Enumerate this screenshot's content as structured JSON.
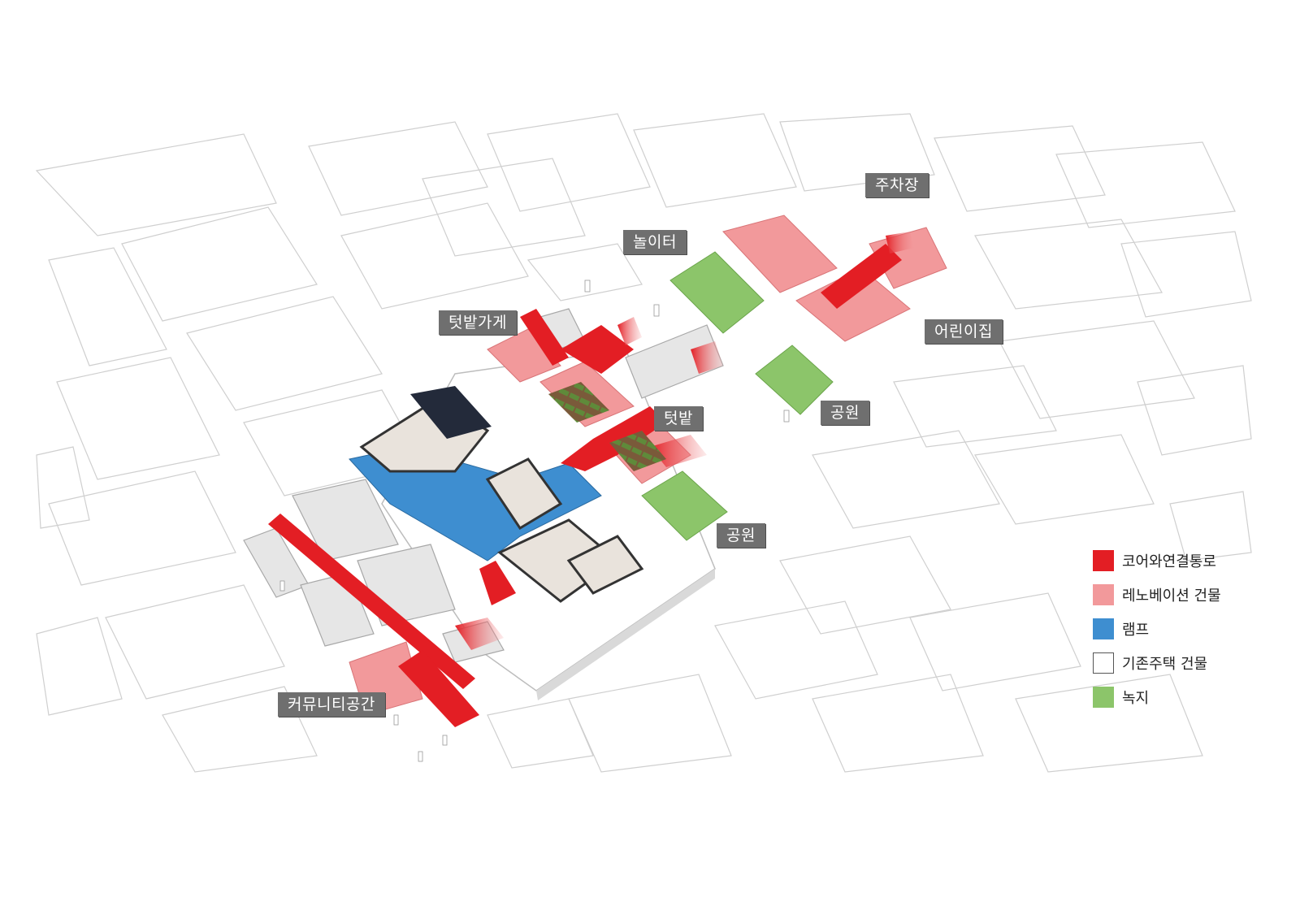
{
  "labels": {
    "parking": "주차장",
    "playground": "놀이터",
    "garden_shop": "텃밭가게",
    "daycare": "어린이집",
    "park_upper": "공원",
    "garden": "텃밭",
    "park_lower": "공원",
    "community": "커뮤니티공간"
  },
  "legend": [
    {
      "label": "코어와연결통로",
      "color": "#e31e24"
    },
    {
      "label": "레노베이션 건물",
      "color": "#f2999b"
    },
    {
      "label": "램프",
      "color": "#3e8ed0"
    },
    {
      "label": "기존주택 건물",
      "color": "#ffffff"
    },
    {
      "label": "녹지",
      "color": "#8cc56a"
    }
  ],
  "colors": {
    "core": "#e31e24",
    "renovation": "#f2999b",
    "ramp": "#3e8ed0",
    "existing": "#ffffff",
    "green": "#8cc56a",
    "label_bg": "#6f6f6f"
  }
}
